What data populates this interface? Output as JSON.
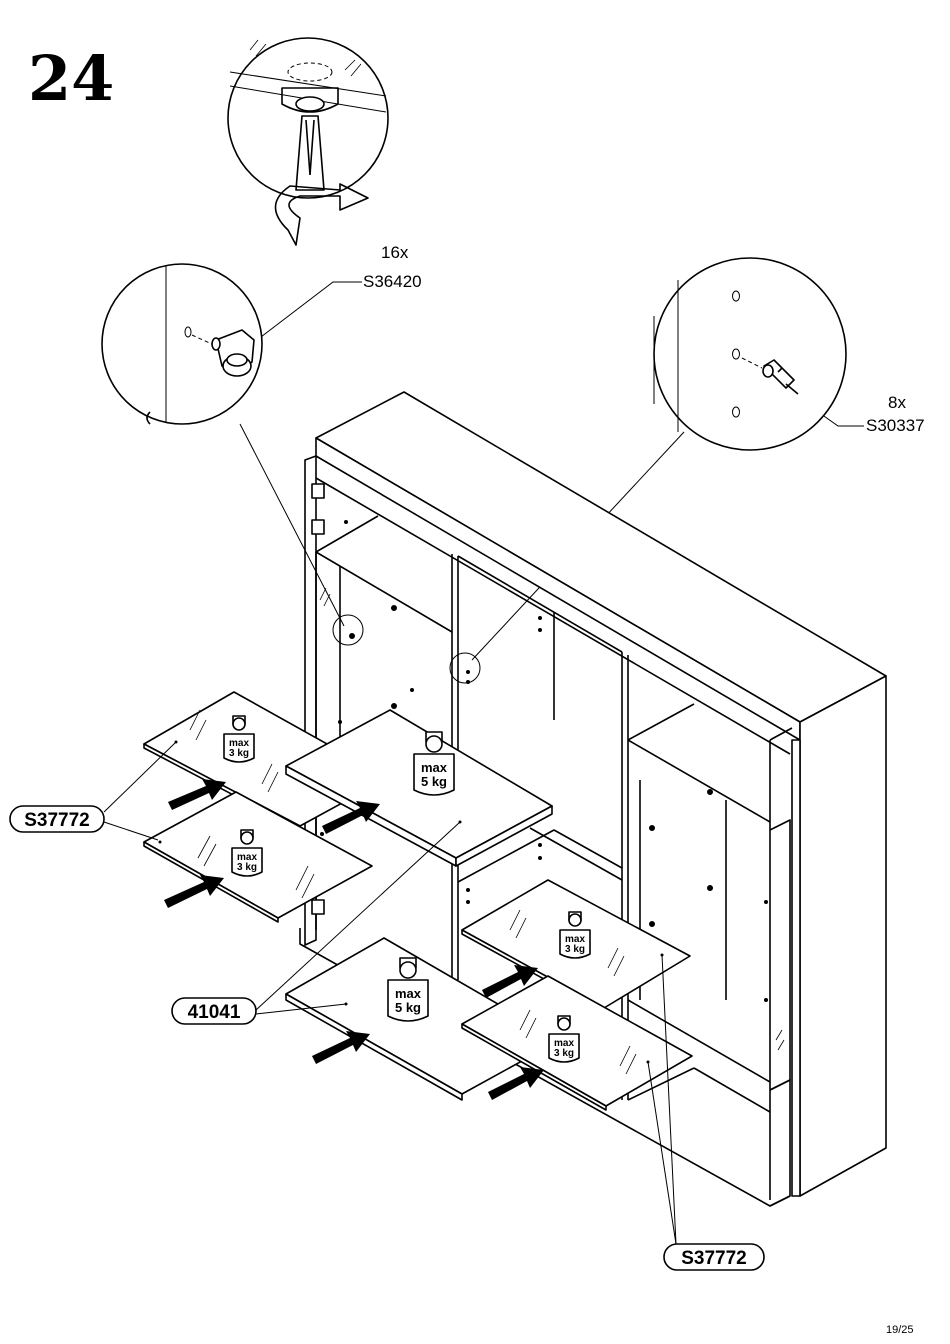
{
  "step_number": "24",
  "page_number": "19/25",
  "hardware": [
    {
      "quantity": "16x",
      "code": "S36420"
    },
    {
      "quantity": "8x",
      "code": "S30337"
    }
  ],
  "part_labels": {
    "upper_left_shelves": "S37772",
    "lower_right_shelves": "S37772",
    "center_shelves": "41041"
  },
  "shelf_loads": [
    {
      "max": "max",
      "weight": "3 kg"
    },
    {
      "max": "max",
      "weight": "5 kg"
    },
    {
      "max": "max",
      "weight": "3 kg"
    },
    {
      "max": "max",
      "weight": "3 kg"
    },
    {
      "max": "max",
      "weight": "5 kg"
    },
    {
      "max": "max",
      "weight": "3 kg"
    }
  ]
}
